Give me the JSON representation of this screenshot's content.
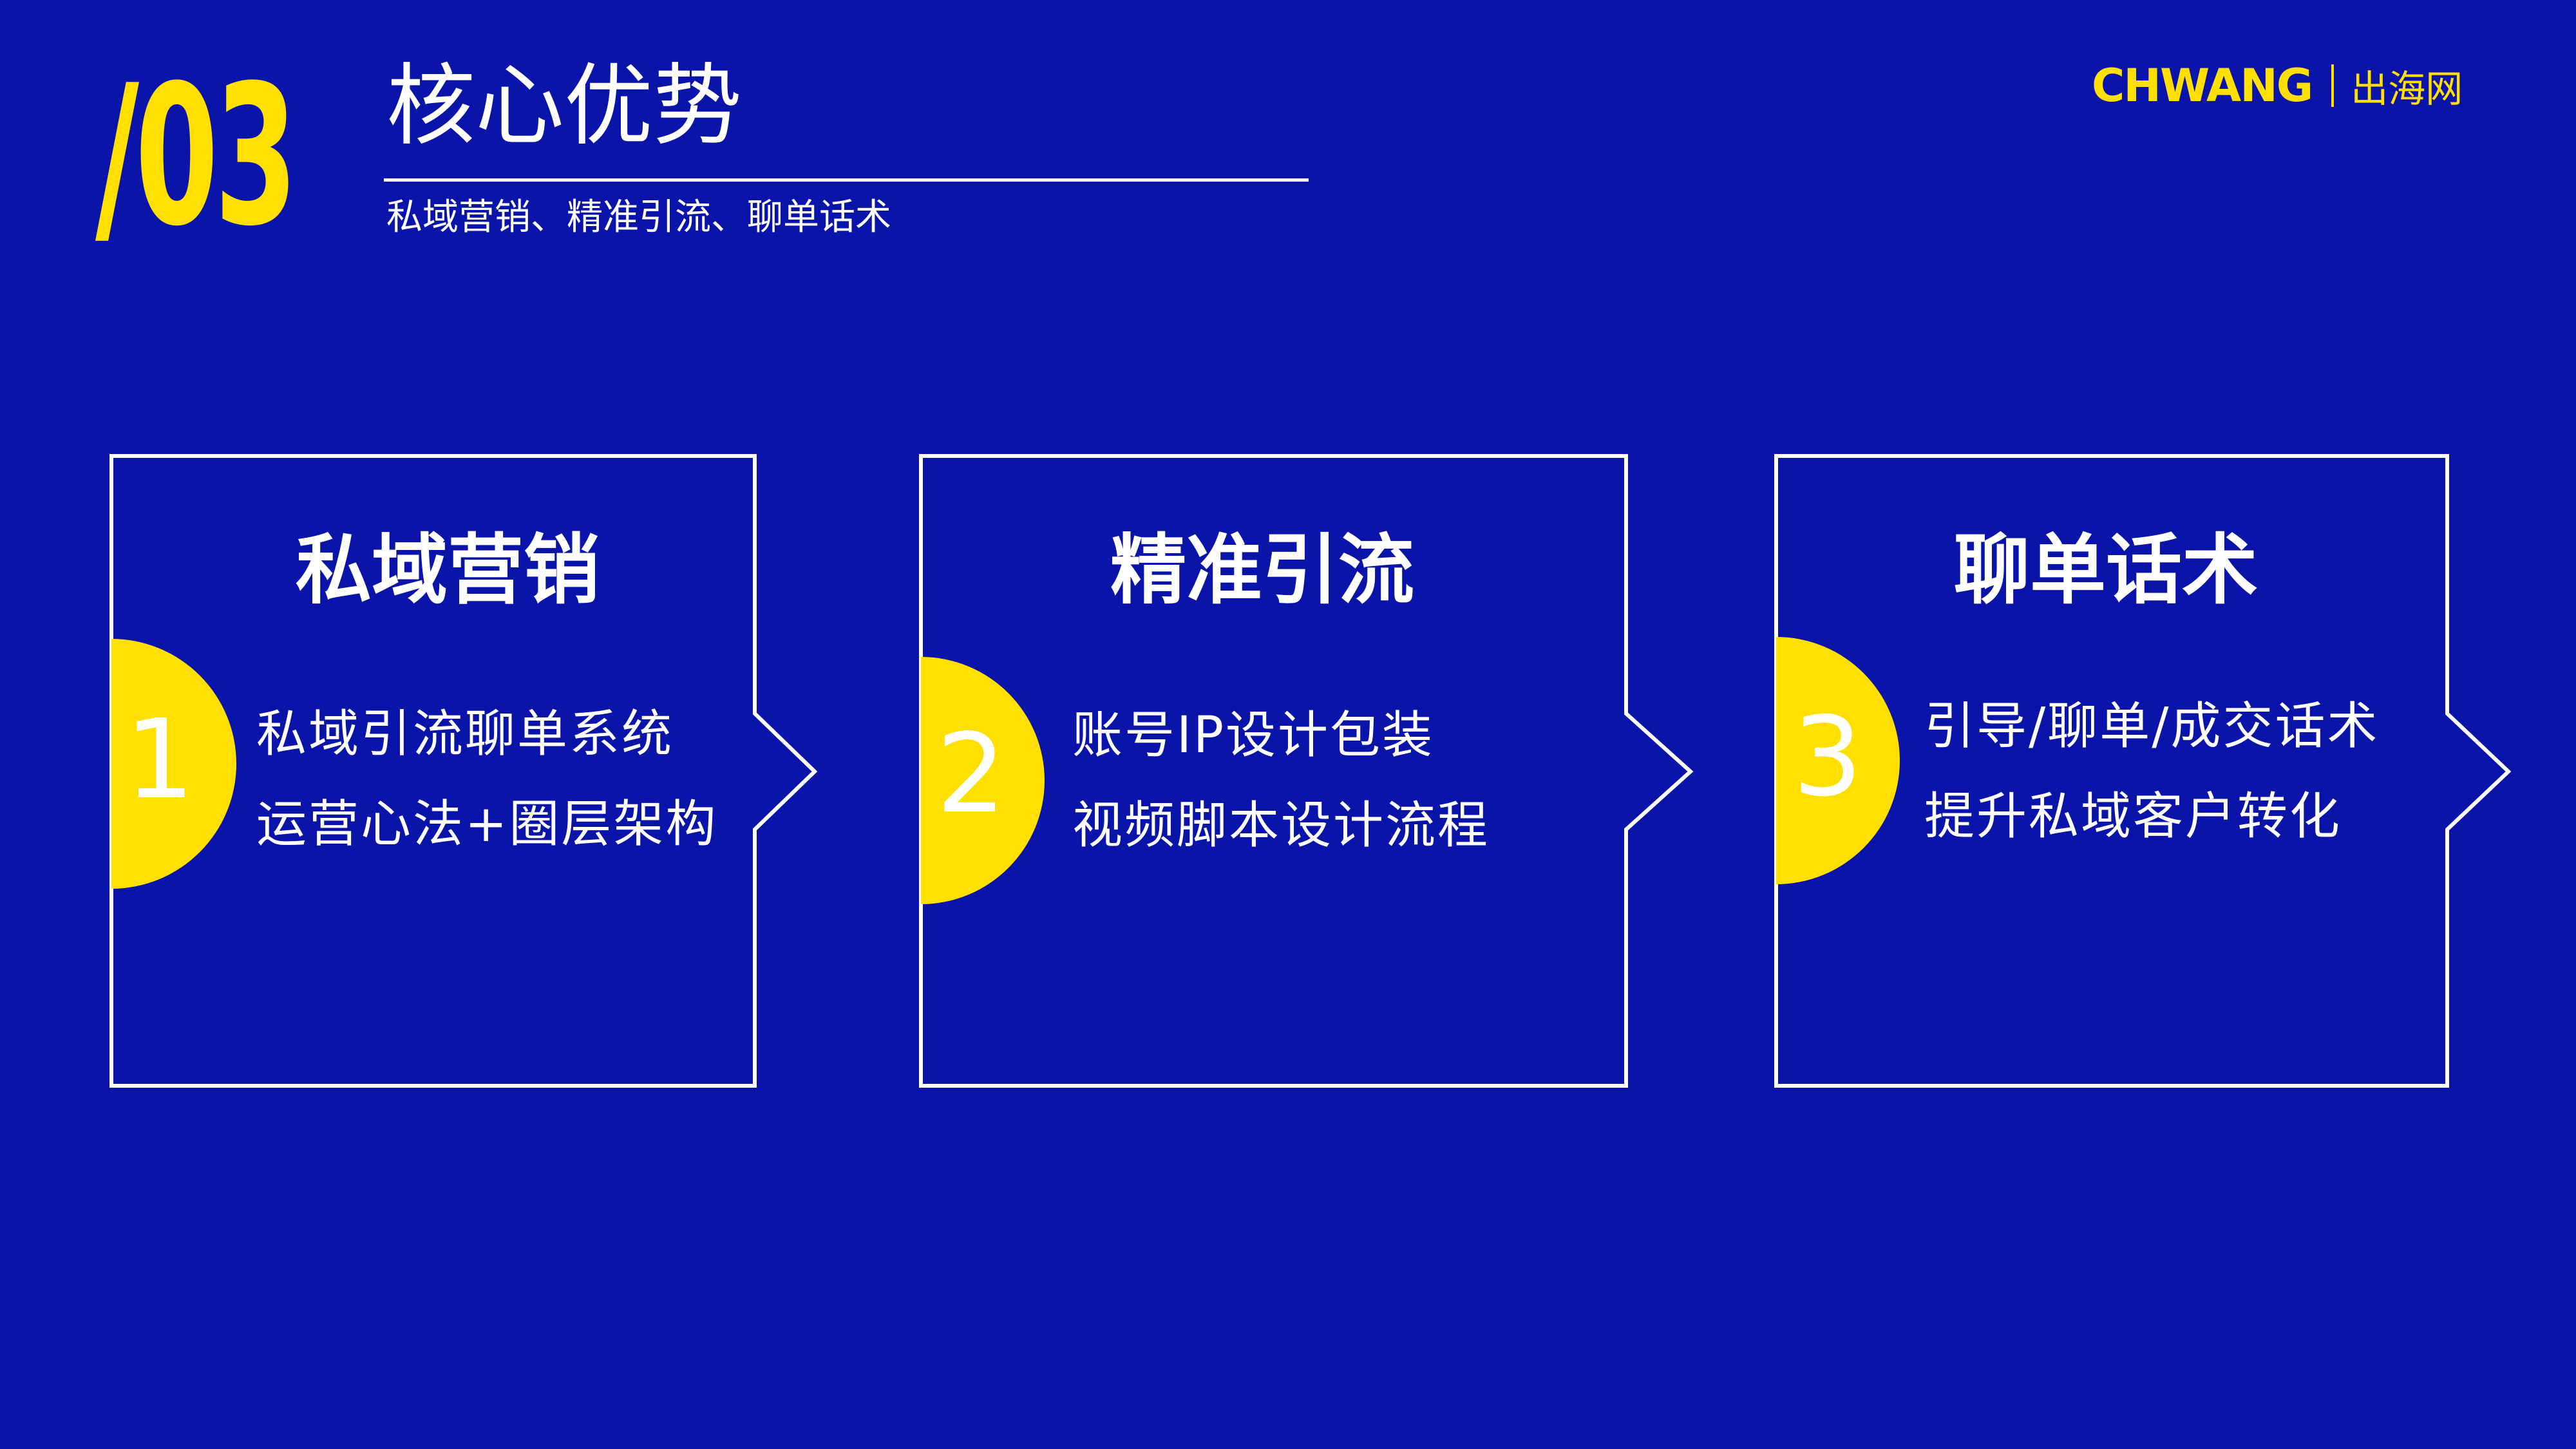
{
  "header": {
    "section_number": "/03",
    "title": "核心优势",
    "subtitle": "私域营销、精准引流、聊单话术"
  },
  "brand": {
    "logo": "CHWANG",
    "name": "出海网"
  },
  "cards": [
    {
      "number": "1",
      "title": "私域营销",
      "lines": [
        "私域引流聊单系统",
        "运营心法+圈层架构"
      ]
    },
    {
      "number": "2",
      "title": "精准引流",
      "lines": [
        "账号IP设计包装",
        "视频脚本设计流程"
      ]
    },
    {
      "number": "3",
      "title": "聊单话术",
      "lines": [
        "引导/聊单/成交话术",
        "提升私域客户转化"
      ]
    }
  ],
  "colors": {
    "background": "#0a14a8",
    "accent": "#ffe000",
    "text": "#ffffff"
  }
}
